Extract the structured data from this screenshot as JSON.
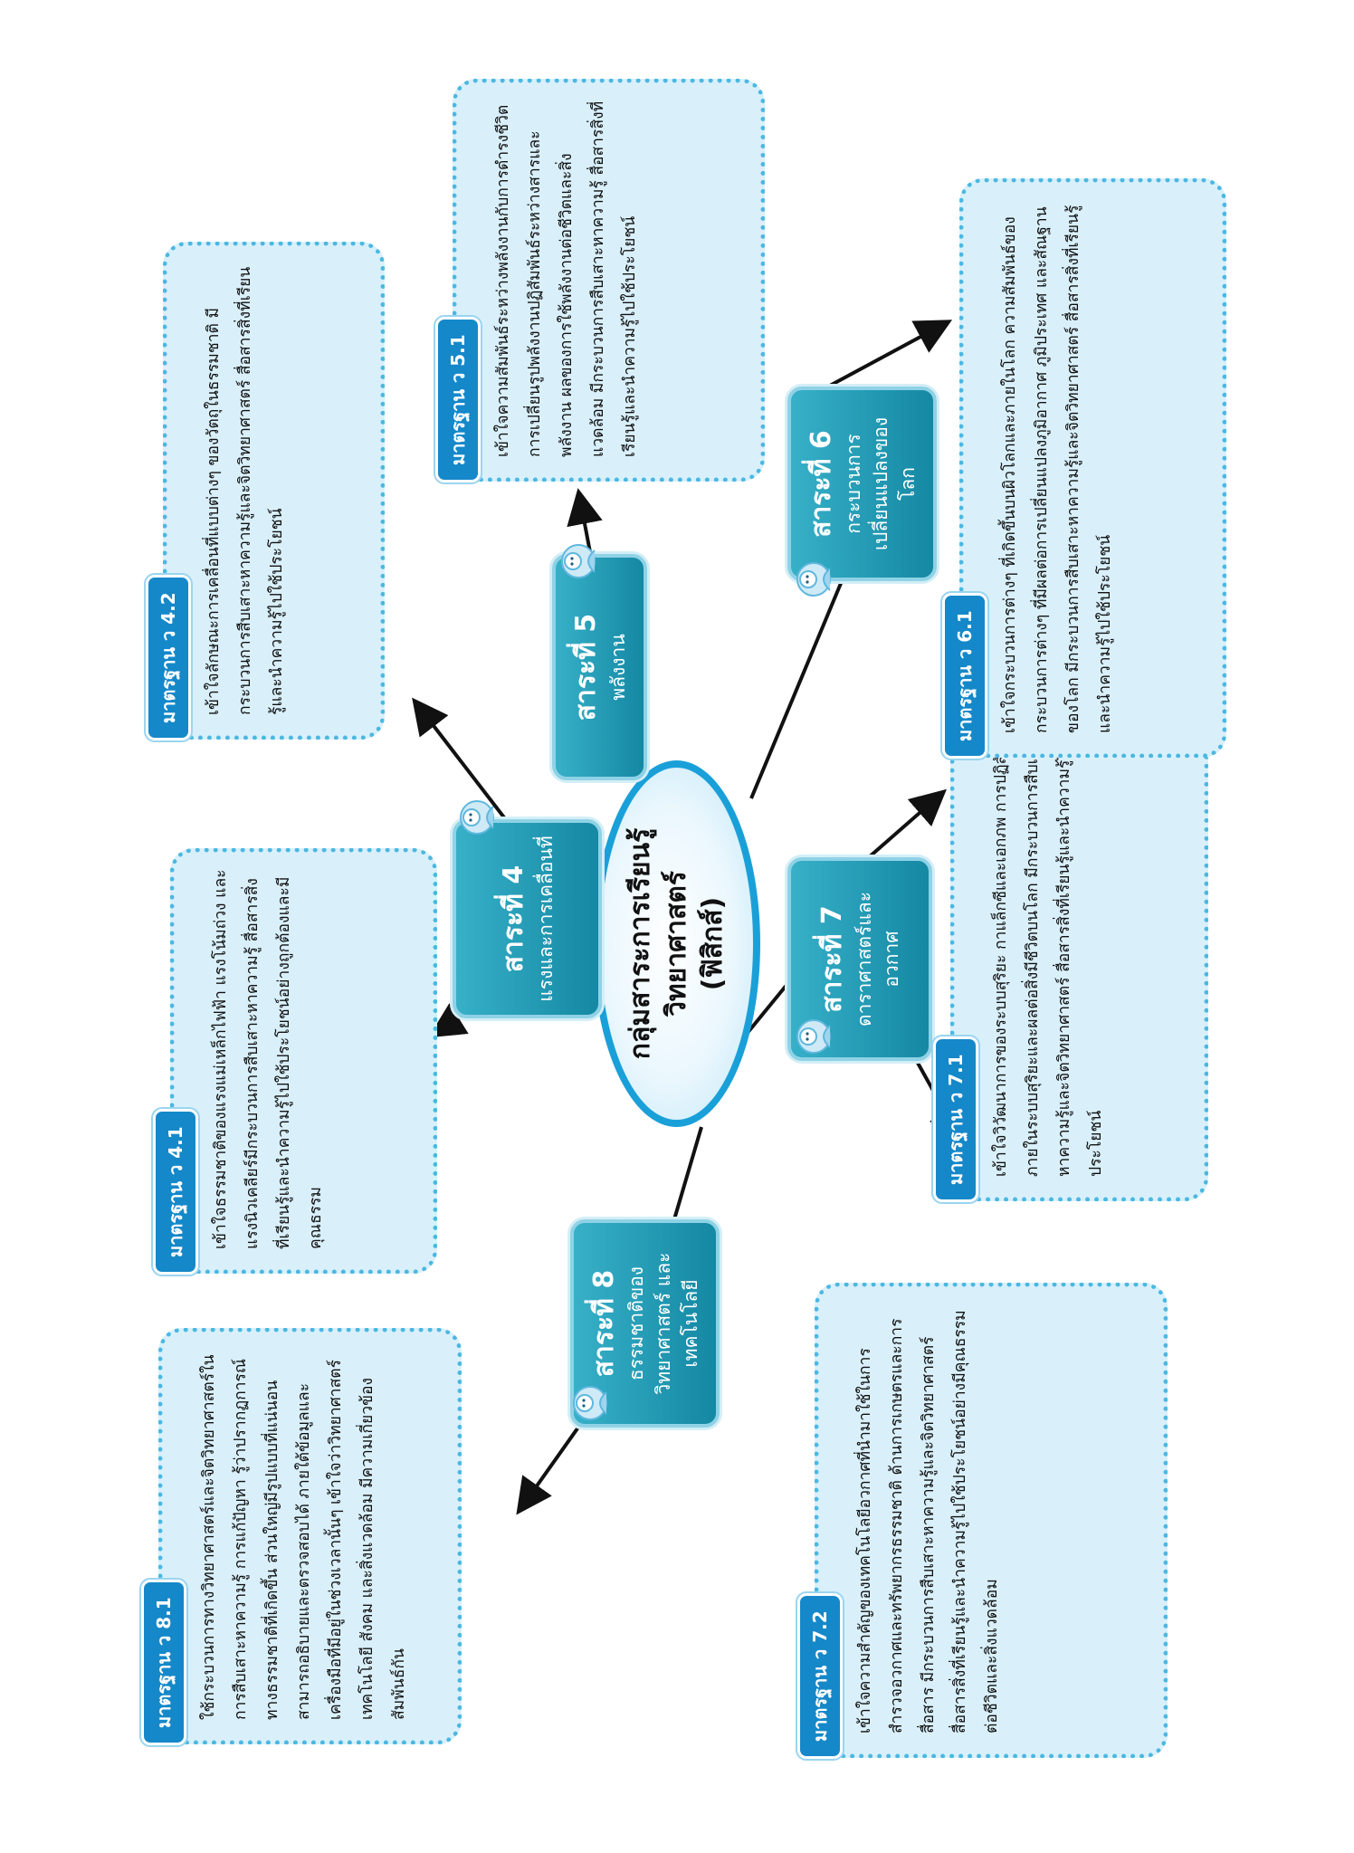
{
  "center": {
    "line1": "กลุ่มสาระการเรียนรู้",
    "line2": "วิทยาศาสตร์",
    "line3": "(ฟิสิกส์)"
  },
  "colors": {
    "strand_fill": "#1588a3",
    "label_fill": "#1588c9",
    "box_fill": "#d9f0fb",
    "box_border": "#4bb8e2",
    "center_border": "#1aa0d8",
    "arrow": "#111111"
  },
  "strands": [
    {
      "id": "s4",
      "title": "สาระที่ 4",
      "subtitle": "แรงและการเคลื่อนที่",
      "icon": "student-avatar-icon"
    },
    {
      "id": "s5",
      "title": "สาระที่ 5",
      "subtitle": "พลังงาน",
      "icon": "student-avatar-icon"
    },
    {
      "id": "s6",
      "title": "สาระที่ 6",
      "subtitle": "กระบวนการ เปลี่ยนแปลงของโลก",
      "icon": "student-avatar-icon"
    },
    {
      "id": "s7",
      "title": "สาระที่ 7",
      "subtitle": "ดาราศาสตร์และอวกาศ",
      "icon": "student-avatar-icon"
    },
    {
      "id": "s8",
      "title": "สาระที่ 8",
      "subtitle": "ธรรมชาติของวิทยาศาสตร์ และเทคโนโลยี",
      "icon": "student-avatar-icon"
    }
  ],
  "standards": [
    {
      "id": "std41",
      "label": "มาตรฐาน ว 4.1",
      "text": "เข้าใจธรรมชาติของแรงแม่เหล็กไฟฟ้า แรงโน้มถ่วง และแรงนิวเคลียร์มีกระบวนการสืบเสาะหาความรู้ สื่อสารสิ่งที่เรียนรู้และนำความรู้ไปใช้ประโยชน์อย่างถูกต้องและมีคุณธรรม"
    },
    {
      "id": "std42",
      "label": "มาตรฐาน ว 4.2",
      "text": "เข้าใจลักษณะการเคลื่อนที่แบบต่างๆ ของวัตถุในธรรมชาติ มีกระบวนการสืบเสาะหาความรู้และจิตวิทยาศาสตร์ สื่อสารสิ่งที่เรียนรู้และนำความรู้ไปใช้ประโยชน์"
    },
    {
      "id": "std51",
      "label": "มาตรฐาน ว 5.1",
      "text": "เข้าใจความสัมพันธ์ระหว่างพลังงานกับการดำรงชีวิต การเปลี่ยนรูปพลังงานปฏิสัมพันธ์ระหว่างสารและพลังงาน ผลของการใช้พลังงานต่อชีวิตและสิ่งแวดล้อม มีกระบวนการสืบเสาะหาความรู้ สื่อสารสิ่งที่เรียนรู้และนำความรู้ไปใช้ประโยชน์"
    },
    {
      "id": "std61",
      "label": "มาตรฐาน ว 6.1",
      "text": "เข้าใจกระบวนการต่างๆ ที่เกิดขึ้นบนผิวโลกและภายในโลก ความสัมพันธ์ของกระบวนการต่างๆ ที่มีผลต่อการเปลี่ยนแปลงภูมิอากาศ ภูมิประเทศ และสัณฐานของโลก มีกระบวนการสืบเสาะหาความรู้และจิตวิทยาศาสตร์ สื่อสารสิ่งที่เรียนรู้และนำความรู้ไปใช้ประโยชน์"
    },
    {
      "id": "std71",
      "label": "มาตรฐาน ว 7.1",
      "text": "เข้าใจวิวัฒนาการของระบบสุริยะ กาแล็กซีและเอกภพ การปฏิสัมพันธ์ภายในระบบสุริยะและผลต่อสิ่งมีชีวิตบนโลก มีกระบวนการสืบเสาะหาความรู้และจิตวิทยาศาสตร์ สื่อสารสิ่งที่เรียนรู้และนำความรู้ไปใช้ประโยชน์"
    },
    {
      "id": "std72",
      "label": "มาตรฐาน ว 7.2",
      "text": "เข้าใจความสำคัญของเทคโนโลยีอวกาศที่นำมาใช้ในการสำรวจอวกาศและทรัพยากรธรรมชาติ ด้านการเกษตรและการสื่อสาร มีกระบวนการสืบเสาะหาความรู้และจิตวิทยาศาสตร์ สื่อสารสิ่งที่เรียนรู้และนำความรู้ไปใช้ประโยชน์อย่างมีคุณธรรมต่อชีวิตและสิ่งแวดล้อม"
    },
    {
      "id": "std81",
      "label": "มาตรฐาน ว 8.1",
      "text": "ใช้กระบวนการทางวิทยาศาสตร์และจิตวิทยาศาสตร์ในการสืบเสาะหาความรู้ การแก้ปัญหา รู้ว่าปรากฏการณ์ทางธรรมชาติที่เกิดขึ้น ส่วนใหญ่มีรูปแบบที่แน่นอน สามารถอธิบายและตรวจสอบได้ ภายใต้ข้อมูลและเครื่องมือที่มีอยู่ในช่วงเวลานั้นๆ เข้าใจว่าวิทยาศาสตร์ เทคโนโลยี สังคม และสิ่งแวดล้อม มีความเกี่ยวข้องสัมพันธ์กัน"
    }
  ]
}
